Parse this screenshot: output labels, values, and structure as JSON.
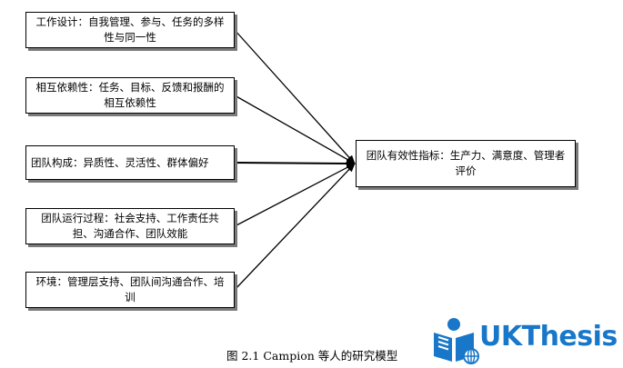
{
  "diagram": {
    "nodes": [
      {
        "id": "b1",
        "text": "工作设计：自我管理、参与、任务的多样性与同一性"
      },
      {
        "id": "b2",
        "text": "相互依赖性：任务、目标、反馈和报酬的相互依赖性"
      },
      {
        "id": "b3",
        "text": "团队构成：异质性、灵活性、群体偏好"
      },
      {
        "id": "b4",
        "text": "团队运行过程：社会支持、工作责任共担、沟通合作、团队效能"
      },
      {
        "id": "b5",
        "text": "环境：管理层支持、团队间沟通合作、培训"
      }
    ],
    "target": {
      "id": "target",
      "text": "团队有效性指标：生产力、满意度、管理者评价"
    },
    "edges": [
      {
        "from": "b1",
        "to": "target"
      },
      {
        "from": "b2",
        "to": "target"
      },
      {
        "from": "b3",
        "to": "target"
      },
      {
        "from": "b4",
        "to": "target"
      },
      {
        "from": "b5",
        "to": "target"
      }
    ]
  },
  "caption": "图 2.1 Campion  等人的研究模型",
  "logo": {
    "text": "UKThesis",
    "icon": "reading-person-globe-icon",
    "color": "#1877c9"
  }
}
